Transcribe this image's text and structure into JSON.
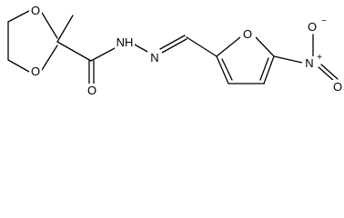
{
  "molecule": {
    "atoms": {
      "O1": "O",
      "O2": "O",
      "O3": "O",
      "NH": "NH",
      "N": "N",
      "O_furan": "O",
      "N_plus": "N",
      "plus": "+",
      "O_minus": "O",
      "minus": "−",
      "O_nitro": "O"
    }
  }
}
